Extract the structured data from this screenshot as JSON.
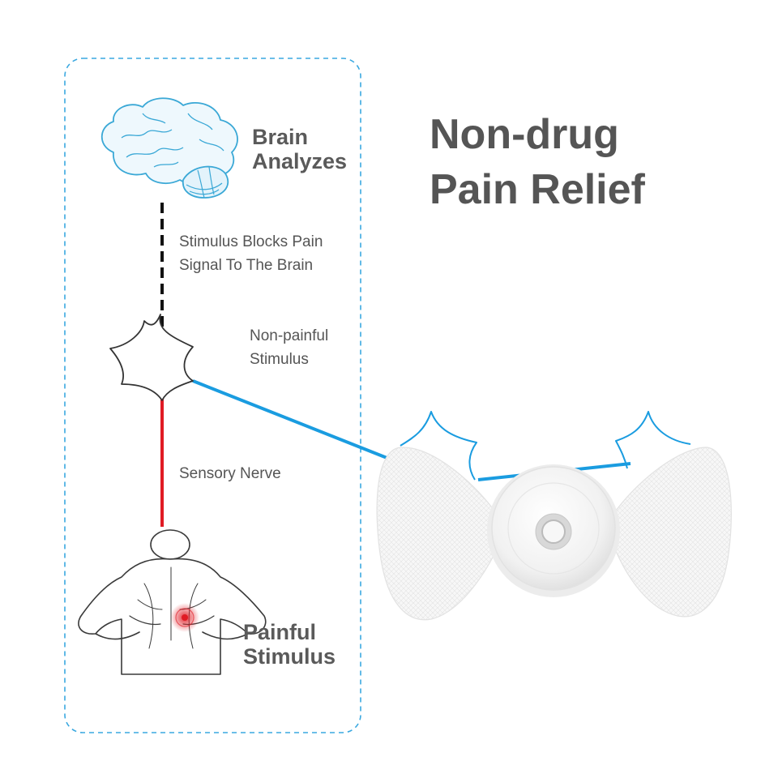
{
  "headline": {
    "line1": "Non-drug",
    "line2": "Pain Relief"
  },
  "labels": {
    "brain": {
      "line1": "Brain",
      "line2": "Analyzes"
    },
    "block": {
      "line1": "Stimulus Blocks Pain",
      "line2": "Signal To The Brain"
    },
    "non_painful": {
      "line1": "Non-painful",
      "line2": "Stimulus"
    },
    "nerve": "Sensory Nerve",
    "painful": {
      "line1": "Painful",
      "line2": "Stimulus"
    }
  },
  "colors": {
    "frame_dashed": "#3aa8e0",
    "brain_outline": "#3aa8d6",
    "signal_blocked": "#111111",
    "sensory_nerve": "#e01b24",
    "electrode_wire": "#1a9ce0",
    "text": "#555555"
  },
  "icons": [
    "brain-icon",
    "neuron-star-icon",
    "back-pain-figure-icon",
    "tens-device-icon",
    "electric-spark-icon"
  ]
}
